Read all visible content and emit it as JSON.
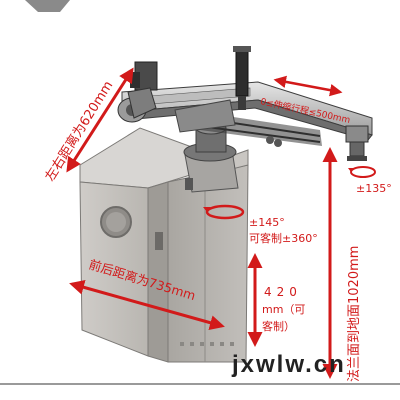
{
  "labels": {
    "left_right": "左右距离为620mm",
    "stroke": "0≤伸缩行程≤500mm",
    "rot_wrist": "±135°",
    "rot_base_1": "±145°",
    "rot_base_2": "可客制±360°",
    "vertical_1": "420",
    "vertical_2": "mm（可",
    "vertical_3": "客制）",
    "height": "法兰面到地面1020mm",
    "front_back": "前后距离为735mm"
  },
  "watermark": "jxwlw.cn",
  "colors": {
    "dimension": "#d21a1a",
    "cabinet": "#bfbcb8",
    "watermark": "#222222"
  }
}
